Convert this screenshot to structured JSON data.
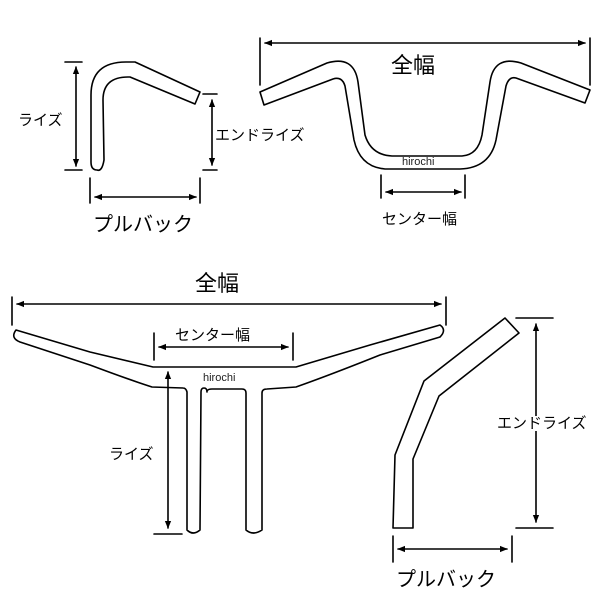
{
  "title": "Handlebar dimension diagram",
  "colors": {
    "line": "#000000",
    "background": "#ffffff"
  },
  "watermark": "hirochi",
  "diagrams": {
    "top_left_side_view": {
      "rise_label": "ライズ",
      "end_rise_label": "エンドライズ",
      "pullback_label": "プルバック"
    },
    "top_right_front_view": {
      "overall_width_label": "全幅",
      "center_width_label": "センター幅",
      "watermark": "hirochi"
    },
    "bottom_left_front_view": {
      "overall_width_label": "全幅",
      "center_width_label": "センター幅",
      "rise_label": "ライズ",
      "watermark": "hirochi"
    },
    "bottom_right_side_view": {
      "end_rise_label": "エンドライズ",
      "pullback_label": "プルバック"
    }
  }
}
